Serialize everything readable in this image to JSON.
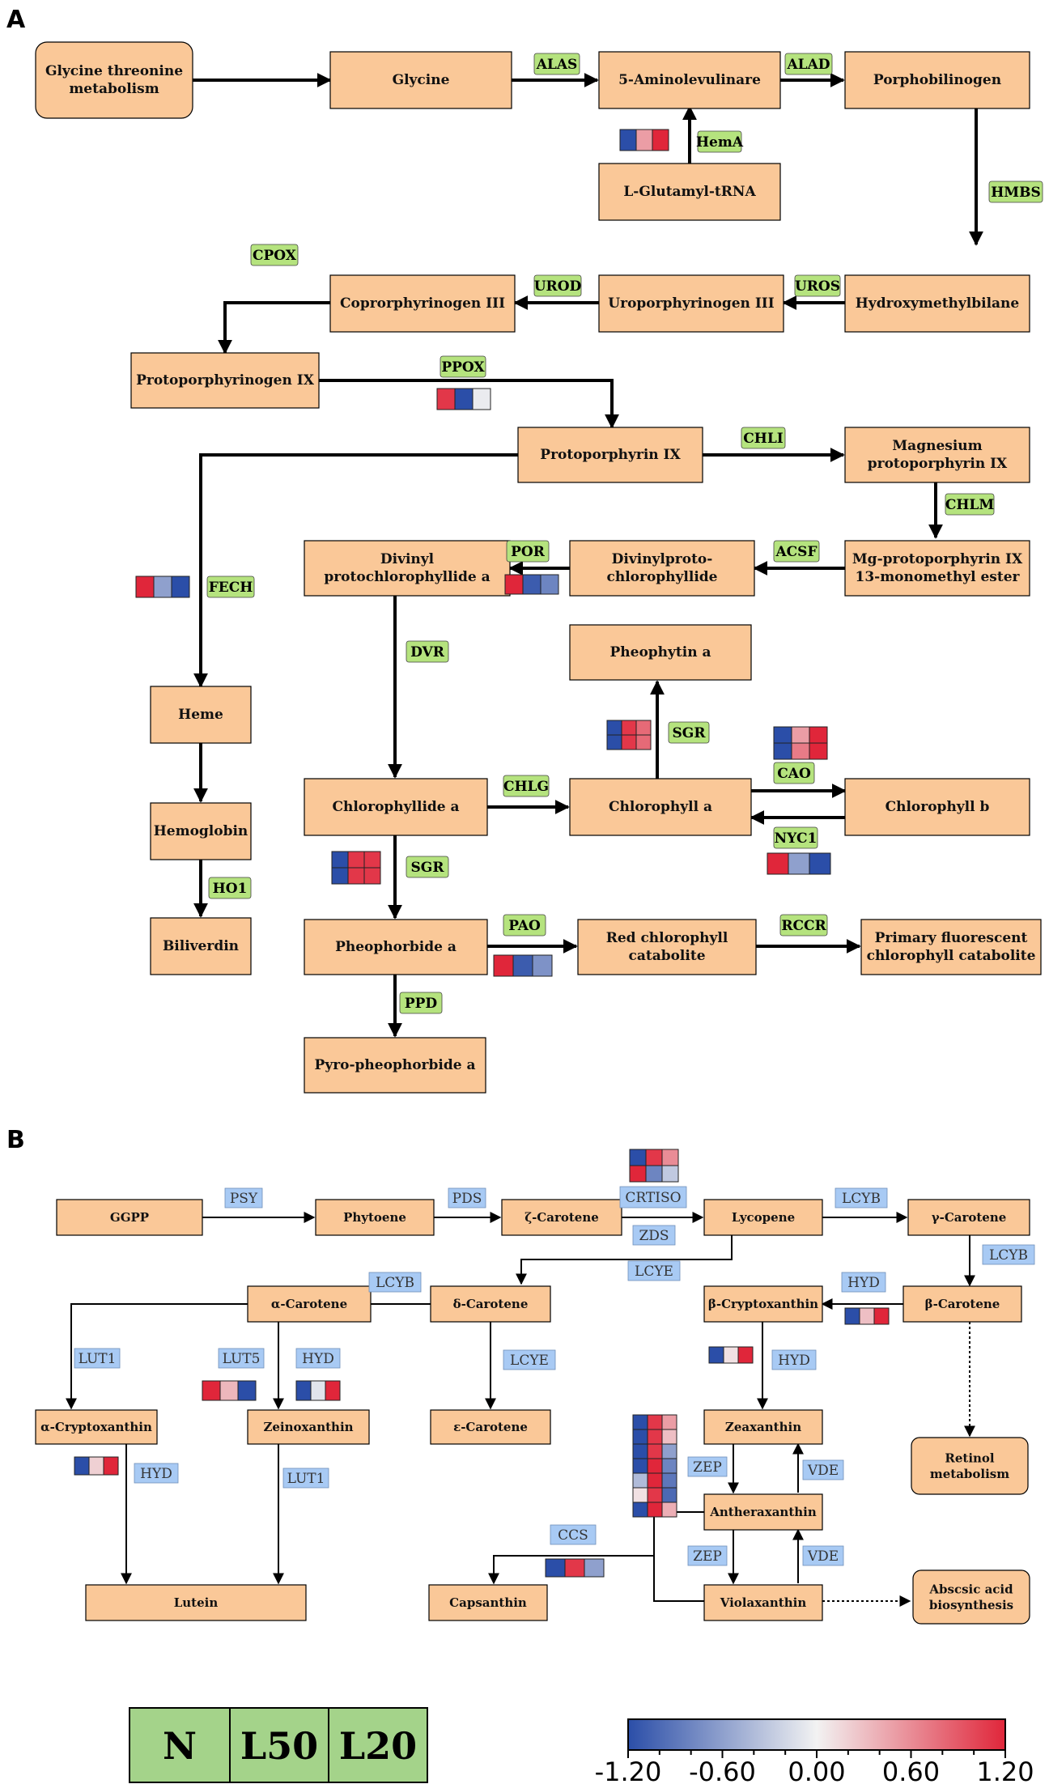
{
  "panels": {
    "a": "A",
    "b": "B"
  },
  "nodes": {
    "a_glythr": [
      "Glycine threonine",
      "metabolism"
    ],
    "a_glycine": [
      "Glycine"
    ],
    "a_ala": [
      "5-Aminolevulinare"
    ],
    "a_porpho": [
      "Porphobilinogen"
    ],
    "a_glutamyl": [
      "L-Glutamyl-tRNA"
    ],
    "a_hmb": [
      "Hydroxymethylbilane"
    ],
    "a_uro": [
      "Uroporphyrinogen III"
    ],
    "a_copro": [
      "Coprorphyrinogen III"
    ],
    "a_protogen": [
      "Protoporphyrinogen IX"
    ],
    "a_proto": [
      "Protoporphyrin IX"
    ],
    "a_mgproto": [
      "Magnesium",
      "protoporphyrin IX"
    ],
    "a_mgme": [
      "Mg-protoporphyrin IX",
      "13-monomethyl ester"
    ],
    "a_divpc": [
      "Divinylproto-",
      "chlorophyllide"
    ],
    "a_divpca": [
      "Divinyl",
      "protochlorophyllide a"
    ],
    "a_pheophytin": [
      "Pheophytin a"
    ],
    "a_heme": [
      "Heme"
    ],
    "a_hemoglobin": [
      "Hemoglobin"
    ],
    "a_biliverdin": [
      "Biliverdin"
    ],
    "a_chlide": [
      "Chlorophyllide a"
    ],
    "a_chla": [
      "Chlorophyll a"
    ],
    "a_chlb": [
      "Chlorophyll b"
    ],
    "a_pheide": [
      "Pheophorbide a"
    ],
    "a_rcc": [
      "Red chlorophyll",
      "catabolite"
    ],
    "a_pfcc": [
      "Primary fluorescent",
      "chlorophyll catabolite"
    ],
    "a_pyro": [
      "Pyro-pheophorbide a"
    ],
    "b_ggpp": [
      "GGPP"
    ],
    "b_phytoene": [
      "Phytoene"
    ],
    "b_zcar": [
      "ζ-Carotene"
    ],
    "b_lyco": [
      "Lycopene"
    ],
    "b_gcar": [
      "γ-Carotene"
    ],
    "b_acar": [
      "α-Carotene"
    ],
    "b_dcar": [
      "δ-Carotene"
    ],
    "b_bcryp": [
      "β-Cryptoxanthin"
    ],
    "b_bcar": [
      "β-Carotene"
    ],
    "b_acryp": [
      "α-Cryptoxanthin"
    ],
    "b_zeino": [
      "Zeinoxanthin"
    ],
    "b_ecar": [
      "ε-Carotene"
    ],
    "b_zea": [
      "Zeaxanthin"
    ],
    "b_retinol": [
      "Retinol",
      "metabolism"
    ],
    "b_anthera": [
      "Antheraxanthin"
    ],
    "b_lutein": [
      "Lutein"
    ],
    "b_caps": [
      "Capsanthin"
    ],
    "b_viola": [
      "Violaxanthin"
    ],
    "b_aba": [
      "Abscsic acid",
      "biosynthesis"
    ]
  },
  "enzymes": {
    "alas": "ALAS",
    "alad": "ALAD",
    "hema": "HemA",
    "hmbs": "HMBS",
    "uros": "UROS",
    "urod": "UROD",
    "cpox": "CPOX",
    "ppox": "PPOX",
    "chli": "CHLI",
    "chlm": "CHLM",
    "acsf": "ACSF",
    "por": "POR",
    "fech": "FECH",
    "dvr": "DVR",
    "sgr1": "SGR",
    "cao": "CAO",
    "chlg": "CHLG",
    "nyc1": "NYC1",
    "sgr2": "SGR",
    "ho1": "HO1",
    "pao": "PAO",
    "rccr": "RCCR",
    "ppd": "PPD",
    "psy": "PSY",
    "pds": "PDS",
    "crtiso": "CRTISO",
    "zds": "ZDS",
    "lcyb1": "LCYB",
    "lcyb2": "LCYB",
    "lcyb3": "LCYB",
    "lcye1": "LCYE",
    "hyd1": "HYD",
    "lut1a": "LUT1",
    "lut5": "LUT5",
    "hyd2": "HYD",
    "lcye2": "LCYE",
    "hyd3": "HYD",
    "hyd4": "HYD",
    "lut1b": "LUT1",
    "zep1": "ZEP",
    "vde1": "VDE",
    "ccs": "CCS",
    "zep2": "ZEP",
    "vde2": "VDE"
  },
  "colors": {
    "node_fill": "#FAC898",
    "enzyme_a": "#B5E37E",
    "enzyme_b": "#A8CAF4",
    "heat_low": "#2B4EA8",
    "heat_mid": "#F2F2F2",
    "heat_high": "#E0263A",
    "legend_green": "#A4D38A"
  },
  "heatmaps": {
    "hema": [
      [
        -1.2,
        0.5,
        1.2
      ]
    ],
    "ppox": [
      [
        1.1,
        -1.2,
        -0.05
      ]
    ],
    "fech": [
      [
        1.2,
        -0.6,
        -1.2
      ]
    ],
    "por": [
      [
        1.2,
        -1.1,
        -0.8
      ]
    ],
    "sgr1": [
      [
        -1.2,
        1.1,
        0.8
      ],
      [
        -1.2,
        1.1,
        0.8
      ]
    ],
    "cao": [
      [
        -1.2,
        0.5,
        1.2
      ],
      [
        -1.2,
        0.7,
        1.2
      ]
    ],
    "nyc1": [
      [
        1.2,
        -0.6,
        -1.2
      ]
    ],
    "sgr2": [
      [
        -1.2,
        1.1,
        1.1
      ],
      [
        -1.2,
        1.1,
        1.1
      ]
    ],
    "pao": [
      [
        1.2,
        -1.1,
        -0.7
      ]
    ],
    "crtiso": [
      [
        -1.2,
        1.1,
        0.6
      ],
      [
        1.2,
        -0.8,
        -0.3
      ]
    ],
    "lut5": [
      [
        1.2,
        0.35,
        -1.2
      ]
    ],
    "hyd2": [
      [
        -1.2,
        -0.1,
        1.2
      ]
    ],
    "acryp": [
      [
        -1.2,
        0.2,
        1.2
      ]
    ],
    "hyd3": [
      [
        -1.2,
        0.1,
        1.2
      ]
    ],
    "hyd1": [
      [
        -1.2,
        0.3,
        1.2
      ]
    ],
    "zep1": [
      [
        -1.2,
        1.1,
        0.5
      ],
      [
        -1.2,
        1.1,
        0.3
      ],
      [
        -1.2,
        1.1,
        -0.6
      ],
      [
        -1.2,
        1.2,
        -0.8
      ],
      [
        -0.4,
        1.2,
        -0.9
      ],
      [
        0.1,
        1.1,
        -1.0
      ],
      [
        -1.2,
        1.2,
        0.4
      ]
    ],
    "ccs": [
      [
        -1.2,
        1.1,
        -0.6
      ]
    ]
  },
  "legend": {
    "labels": [
      "N",
      "L50",
      "L20"
    ]
  },
  "colorbar": {
    "ticks": [
      "-1.20",
      "-0.60",
      "0.00",
      "0.60",
      "1.20"
    ],
    "min": -1.2,
    "max": 1.2
  }
}
